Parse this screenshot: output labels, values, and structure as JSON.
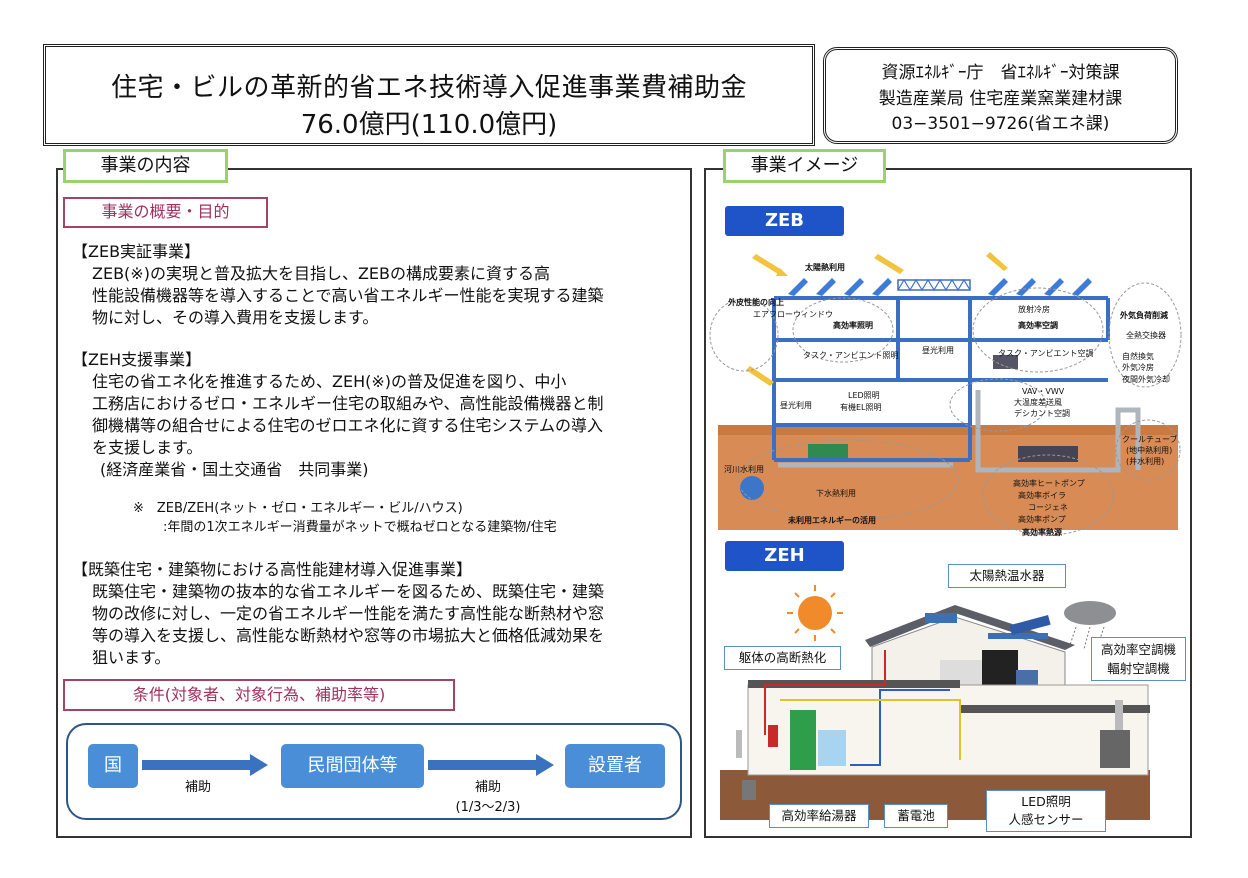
{
  "title": {
    "line1": "住宅・ビルの革新的省エネ技術導入促進事業費補助金",
    "line2": "76.0億円(110.0億円)"
  },
  "department": {
    "line1": "資源ｴﾈﾙｷﾞｰ庁　省ｴﾈﾙｷﾞｰ対策課",
    "line2": "製造産業局 住宅産業窯業建材課",
    "line3": "03−3501−9726(省エネ課)"
  },
  "left": {
    "tab": "事業の内容",
    "overview_heading": "事業の概要・目的",
    "zeb": {
      "title": "【ZEB実証事業】",
      "l1": "ZEB(※)の実現と普及拡大を目指し、ZEBの構成要素に資する高",
      "l2": "性能設備機器等を導入することで高い省エネルギー性能を実現する建築",
      "l3": "物に対し、その導入費用を支援します。"
    },
    "zeh": {
      "title": "【ZEH支援事業】",
      "l1": "住宅の省エネ化を推進するため、ZEH(※)の普及促進を図り、中小",
      "l2": "工務店におけるゼロ・エネルギー住宅の取組みや、高性能設備機器と制",
      "l3": "御機構等の組合せによる住宅のゼロエネ化に資する住宅システムの導入",
      "l4": "を支援します。",
      "l5": "(経済産業省・国土交通省　共同事業)"
    },
    "note": {
      "l1": "※　ZEB/ZEH(ネット・ゼロ・エネルギー・ビル/ハウス)",
      "l2": ":年間の1次エネルギー消費量がネットで概ねゼロとなる建築物/住宅"
    },
    "existing": {
      "title": "【既築住宅・建築物における高性能建材導入促進事業】",
      "l1": "既築住宅・建築物の抜本的な省エネルギーを図るため、既築住宅・建築",
      "l2": "物の改修に対し、一定の省エネルギー性能を満たす高性能な断熱材や窓",
      "l3": "等の導入を支援し、高性能な断熱材や窓等の市場拡大と価格低減効果を",
      "l4": "狙います。"
    },
    "conditions_heading": "条件(対象者、対象行為、補助率等)",
    "flow": {
      "node1": "国",
      "node2": "民間団体等",
      "node3": "設置者",
      "arrow1_label": "補助",
      "arrow2_label": "補助",
      "arrow2_rate": "(1/3〜2/3)"
    }
  },
  "right": {
    "tab": "事業イメージ",
    "zeb_badge": "ZEB",
    "zeh_badge": "ZEH",
    "zeb_labels": {
      "solar": "太陽熱利用",
      "skin": "外皮性能の向上",
      "airflow": "エアフローウィンドウ",
      "hi_light": "高効率照明",
      "task1": "タスク・アンビエント照明",
      "daylight_mid": "昼光利用",
      "radiant": "放射冷房",
      "hi_ac": "高効率空調",
      "task2": "タスク・アンビエント空調",
      "outside_load": "外気負荷削減",
      "heat_ex": "全熱交換器",
      "natvent": "自然換気",
      "outcool": "外気冷房",
      "nightcool": "夜間外気冷却",
      "daylight_low": "昼光利用",
      "led": "LED照明",
      "oel": "有機EL照明",
      "vav": "VAV・VWV",
      "bigtemp": "大温度差送風",
      "desiccant": "デシカント空調",
      "cool_tube": "クールチューブ",
      "geo": "(地中熱利用)",
      "well": "(井水利用)",
      "river": "河川水利用",
      "sewer": "下水熱利用",
      "unused": "未利用エネルギーの活用",
      "hp": "高効率ヒートポンプ",
      "boiler": "高効率ボイラ",
      "cogen": "コージェネ",
      "pump": "高効率ポンプ",
      "heat_source": "高効率熱源"
    },
    "zeh_labels": {
      "solar_heater": "太陽熱温水器",
      "insulation": "躯体の高断熱化",
      "ac1": "高効率空調機",
      "ac2": "輻射空調機",
      "water_heater": "高効率給湯器",
      "battery": "蓄電池",
      "led1": "LED照明",
      "led2": "人感センサー"
    },
    "colors": {
      "badge": "#1e54c8",
      "ground": "#c97a42",
      "building_line": "#3a6fc4",
      "green_tab": "#9bd36a",
      "pink_head": "#a24466",
      "flow_node": "#4b8ed8"
    }
  }
}
